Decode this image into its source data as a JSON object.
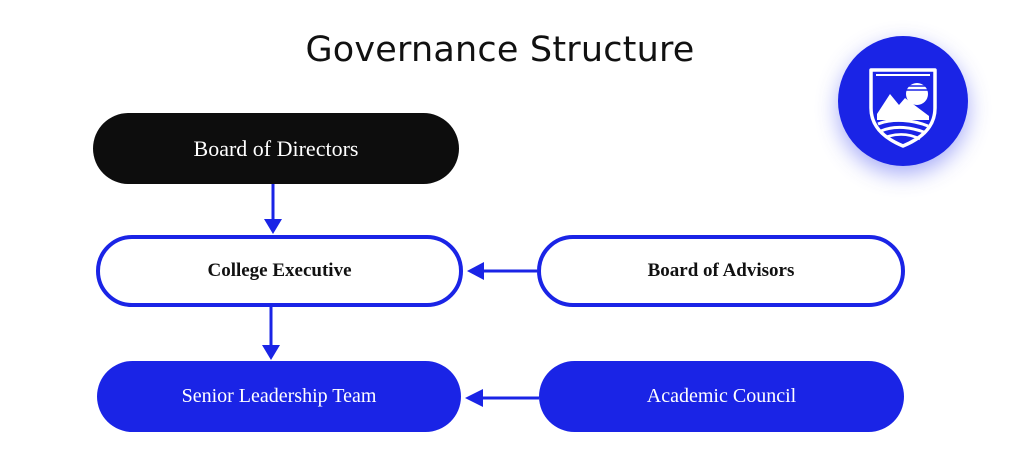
{
  "title": "Governance Structure",
  "nodes": {
    "board_of_directors": "Board of Directors",
    "college_executive": "College Executive",
    "board_of_advisors": "Board of Advisors",
    "senior_leadership_team": "Senior Leadership Team",
    "academic_council": "Academic Council"
  },
  "edges": [
    {
      "from": "Board of Directors",
      "to": "College Executive"
    },
    {
      "from": "College Executive",
      "to": "Senior Leadership Team"
    },
    {
      "from": "Board of Advisors",
      "to": "College Executive"
    },
    {
      "from": "Academic Council",
      "to": "Senior Leadership Team"
    }
  ],
  "colors": {
    "accent": "#1a24e6",
    "dark": "#0d0d0d",
    "text": "#111111",
    "background": "#ffffff"
  },
  "icons": {
    "logo": "shield-crest-icon"
  }
}
